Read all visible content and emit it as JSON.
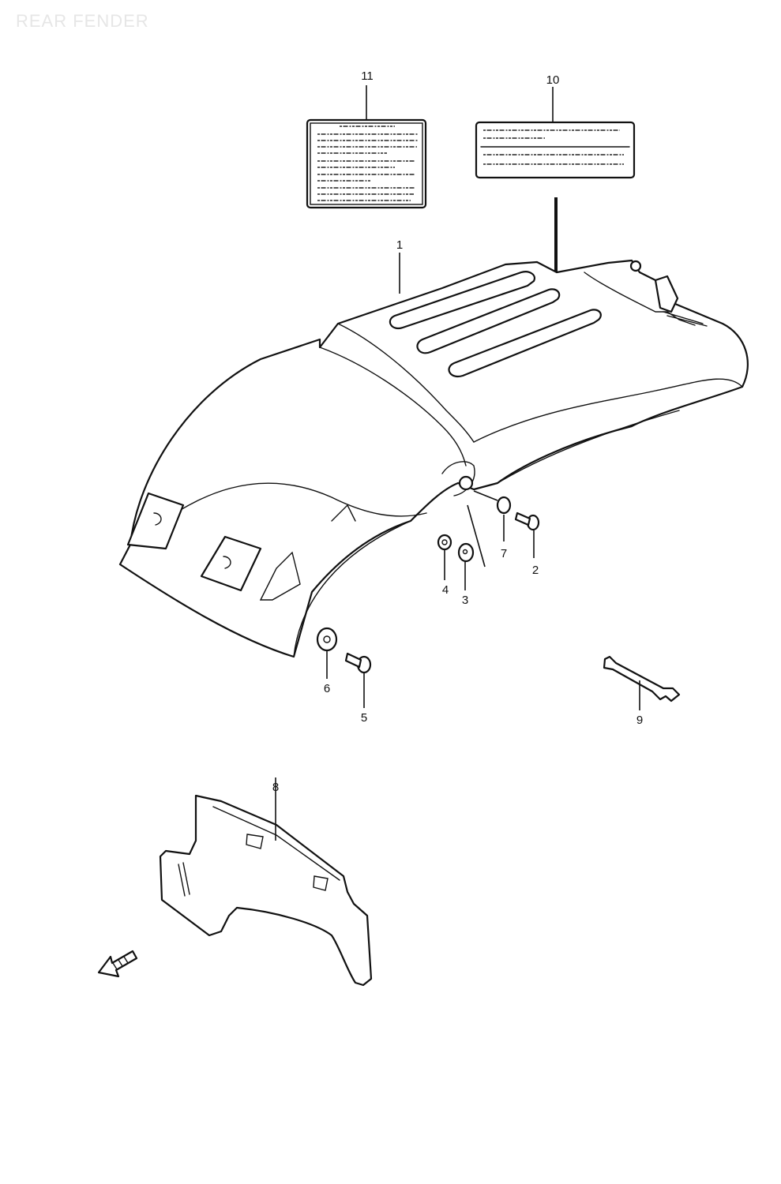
{
  "title": "REAR FENDER",
  "callouts": [
    {
      "id": "p1",
      "label": "1"
    },
    {
      "id": "p2",
      "label": "2"
    },
    {
      "id": "p3",
      "label": "3"
    },
    {
      "id": "p4",
      "label": "4"
    },
    {
      "id": "p5",
      "label": "5"
    },
    {
      "id": "p6",
      "label": "6"
    },
    {
      "id": "p7",
      "label": "7"
    },
    {
      "id": "p8",
      "label": "8"
    },
    {
      "id": "p9",
      "label": "9"
    },
    {
      "id": "p10",
      "label": "10"
    },
    {
      "id": "p11",
      "label": "11"
    }
  ],
  "colors": {
    "line": "#111111",
    "title": "#e6e6e6",
    "background": "#ffffff"
  }
}
